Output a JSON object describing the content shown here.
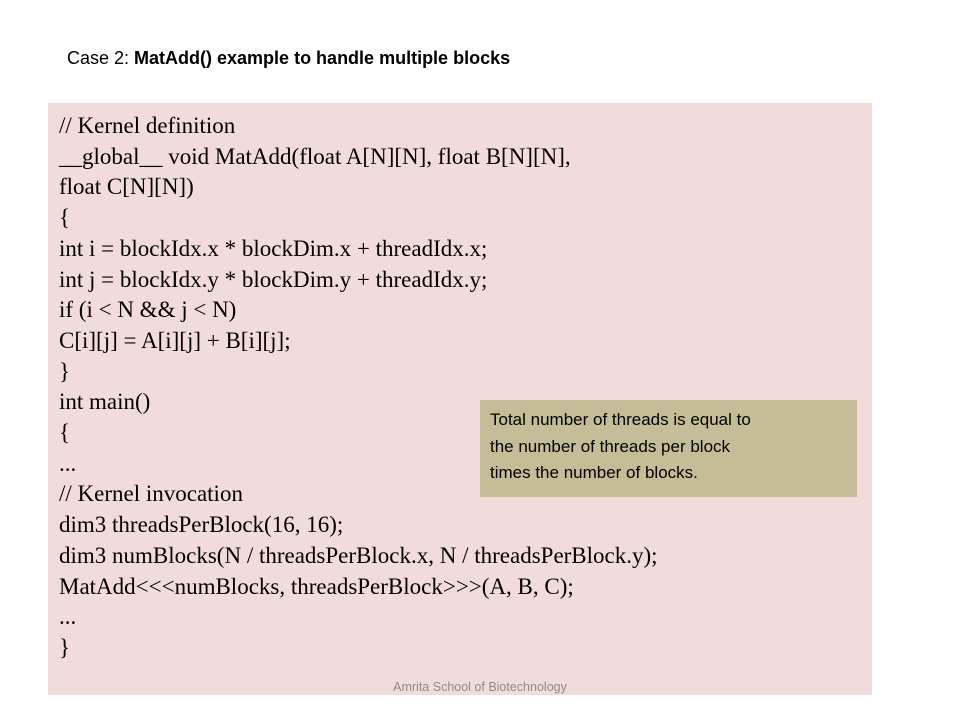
{
  "heading": {
    "prefix": "Case 2: ",
    "bold": "MatAdd() example to handle multiple blocks"
  },
  "code": {
    "lines": [
      "// Kernel definition",
      "__global__ void MatAdd(float A[N][N], float B[N][N],",
      "float C[N][N])",
      "{",
      "int i = blockIdx.x * blockDim.x + threadIdx.x;",
      "int j = blockIdx.y * blockDim.y + threadIdx.y;",
      "if (i < N && j < N)",
      "C[i][j] = A[i][j] + B[i][j];",
      "}",
      "int main()",
      "{",
      "...",
      "// Kernel invocation",
      "dim3 threadsPerBlock(16, 16);",
      "dim3 numBlocks(N / threadsPerBlock.x, N / threadsPerBlock.y);",
      "MatAdd<<<numBlocks, threadsPerBlock>>>(A, B, C);",
      "...",
      "}"
    ]
  },
  "callout": {
    "lines": [
      "Total number of threads is equal to",
      "the number of threads per block",
      "times the number of blocks."
    ]
  },
  "footer": {
    "text": "Amrita School of Biotechnology"
  },
  "colors": {
    "code_background": "#f2dcdb",
    "callout_background": "#c4bd97",
    "footer_text": "#8c8c8c"
  }
}
